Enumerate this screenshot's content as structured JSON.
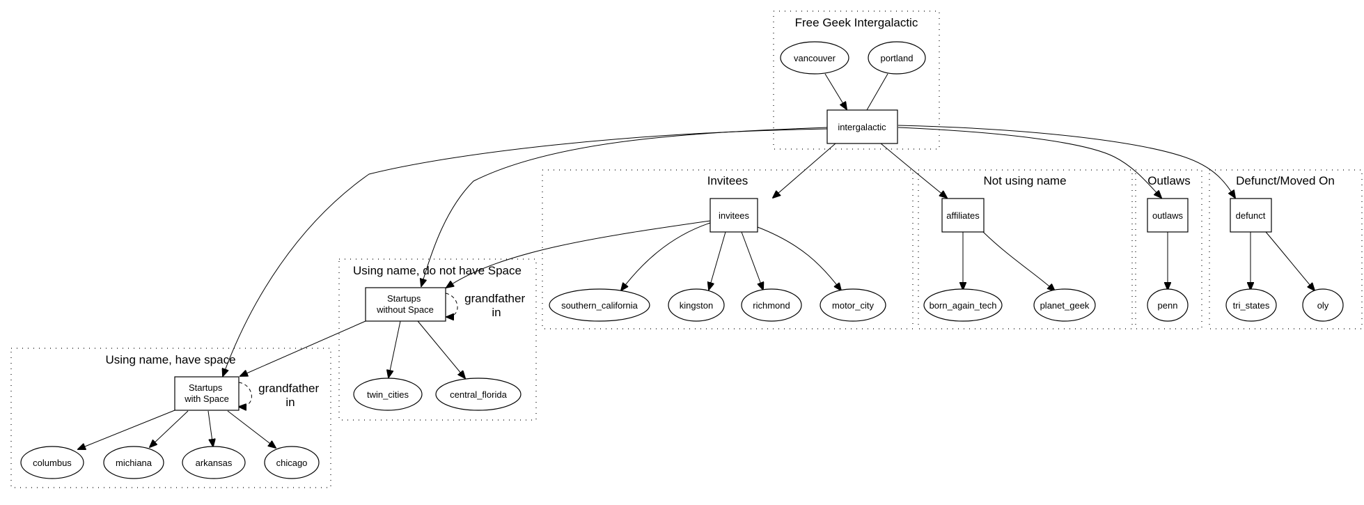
{
  "graph": {
    "clusters": [
      {
        "id": "free_geek",
        "label": "Free Geek Intergalactic",
        "nodes": [
          "vancouver",
          "portland",
          "intergalactic"
        ]
      },
      {
        "id": "invitees_cluster",
        "label": "Invitees",
        "nodes": [
          "invitees",
          "southern_california",
          "kingston",
          "richmond",
          "motor_city"
        ]
      },
      {
        "id": "not_using_name",
        "label": "Not using name",
        "nodes": [
          "affiliates",
          "born_again_tech",
          "planet_geek"
        ]
      },
      {
        "id": "outlaws_cluster",
        "label": "Outlaws",
        "nodes": [
          "outlaws",
          "penn"
        ]
      },
      {
        "id": "defunct_cluster",
        "label": "Defunct/Moved On",
        "nodes": [
          "defunct",
          "tri_states",
          "oly"
        ]
      },
      {
        "id": "no_space",
        "label": "Using name, do not have Space",
        "nodes": [
          "startups_without_space",
          "twin_cities",
          "central_florida"
        ]
      },
      {
        "id": "have_space",
        "label": "Using name, have space",
        "nodes": [
          "startups_with_space",
          "columbus",
          "michiana",
          "arkansas",
          "chicago"
        ]
      }
    ],
    "nodes": [
      {
        "id": "vancouver",
        "label": "vancouver",
        "shape": "ellipse"
      },
      {
        "id": "portland",
        "label": "portland",
        "shape": "ellipse"
      },
      {
        "id": "intergalactic",
        "label": "intergalactic",
        "shape": "box"
      },
      {
        "id": "invitees",
        "label": "invitees",
        "shape": "box"
      },
      {
        "id": "southern_california",
        "label": "southern_california",
        "shape": "ellipse"
      },
      {
        "id": "kingston",
        "label": "kingston",
        "shape": "ellipse"
      },
      {
        "id": "richmond",
        "label": "richmond",
        "shape": "ellipse"
      },
      {
        "id": "motor_city",
        "label": "motor_city",
        "shape": "ellipse"
      },
      {
        "id": "affiliates",
        "label": "affiliates",
        "shape": "box"
      },
      {
        "id": "born_again_tech",
        "label": "born_again_tech",
        "shape": "ellipse"
      },
      {
        "id": "planet_geek",
        "label": "planet_geek",
        "shape": "ellipse"
      },
      {
        "id": "outlaws",
        "label": "outlaws",
        "shape": "box"
      },
      {
        "id": "penn",
        "label": "penn",
        "shape": "ellipse"
      },
      {
        "id": "defunct",
        "label": "defunct",
        "shape": "box"
      },
      {
        "id": "tri_states",
        "label": "tri_states",
        "shape": "ellipse"
      },
      {
        "id": "oly",
        "label": "oly",
        "shape": "ellipse"
      },
      {
        "id": "startups_without_space",
        "label": "Startups\nwithout Space",
        "label_lines": [
          "Startups",
          "without Space"
        ],
        "shape": "box"
      },
      {
        "id": "twin_cities",
        "label": "twin_cities",
        "shape": "ellipse"
      },
      {
        "id": "central_florida",
        "label": "central_florida",
        "shape": "ellipse"
      },
      {
        "id": "startups_with_space",
        "label": "Startups\nwith Space",
        "label_lines": [
          "Startups",
          "with Space"
        ],
        "shape": "box"
      },
      {
        "id": "columbus",
        "label": "columbus",
        "shape": "ellipse"
      },
      {
        "id": "michiana",
        "label": "michiana",
        "shape": "ellipse"
      },
      {
        "id": "arkansas",
        "label": "arkansas",
        "shape": "ellipse"
      },
      {
        "id": "chicago",
        "label": "chicago",
        "shape": "ellipse"
      }
    ],
    "edges": [
      {
        "from": "vancouver",
        "to": "intergalactic",
        "arrow": true
      },
      {
        "from": "portland",
        "to": "intergalactic",
        "arrow": false
      },
      {
        "from": "intergalactic",
        "to": "invitees",
        "arrow": true
      },
      {
        "from": "intergalactic",
        "to": "affiliates",
        "arrow": true
      },
      {
        "from": "intergalactic",
        "to": "outlaws",
        "arrow": true
      },
      {
        "from": "intergalactic",
        "to": "defunct",
        "arrow": true
      },
      {
        "from": "intergalactic",
        "to": "startups_without_space",
        "arrow": true
      },
      {
        "from": "intergalactic",
        "to": "startups_with_space",
        "arrow": true
      },
      {
        "from": "invitees",
        "to": "southern_california",
        "arrow": true
      },
      {
        "from": "invitees",
        "to": "kingston",
        "arrow": true
      },
      {
        "from": "invitees",
        "to": "richmond",
        "arrow": true
      },
      {
        "from": "invitees",
        "to": "motor_city",
        "arrow": true
      },
      {
        "from": "invitees",
        "to": "startups_without_space",
        "arrow": true
      },
      {
        "from": "affiliates",
        "to": "born_again_tech",
        "arrow": true
      },
      {
        "from": "affiliates",
        "to": "planet_geek",
        "arrow": true
      },
      {
        "from": "outlaws",
        "to": "penn",
        "arrow": true
      },
      {
        "from": "defunct",
        "to": "tri_states",
        "arrow": true
      },
      {
        "from": "defunct",
        "to": "oly",
        "arrow": true
      },
      {
        "from": "startups_without_space",
        "to": "startups_without_space",
        "arrow": true,
        "style": "dashed",
        "label": "grandfather\nin",
        "label_lines": [
          "grandfather",
          "in"
        ]
      },
      {
        "from": "startups_without_space",
        "to": "twin_cities",
        "arrow": true
      },
      {
        "from": "startups_without_space",
        "to": "central_florida",
        "arrow": true
      },
      {
        "from": "startups_without_space",
        "to": "startups_with_space",
        "arrow": true
      },
      {
        "from": "startups_with_space",
        "to": "startups_with_space",
        "arrow": true,
        "style": "dashed",
        "label": "grandfather\nin",
        "label_lines": [
          "grandfather",
          "in"
        ]
      },
      {
        "from": "startups_with_space",
        "to": "columbus",
        "arrow": true
      },
      {
        "from": "startups_with_space",
        "to": "michiana",
        "arrow": true
      },
      {
        "from": "startups_with_space",
        "to": "arkansas",
        "arrow": true
      },
      {
        "from": "startups_with_space",
        "to": "chicago",
        "arrow": true
      }
    ]
  }
}
